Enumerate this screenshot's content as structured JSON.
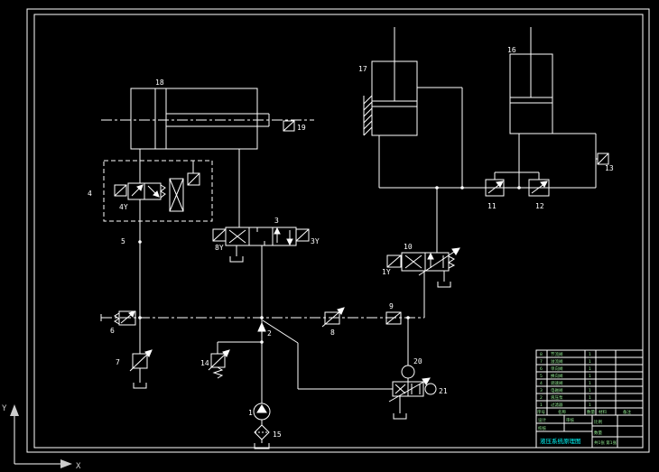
{
  "drawing_title": "液压系统原理图",
  "labels": {
    "n1": "1",
    "n2": "2",
    "n3": "3",
    "n4": "4",
    "n5": "5",
    "n6": "6",
    "n7": "7",
    "n8": "8",
    "n9": "9",
    "n10": "10",
    "n11": "11",
    "n12": "12",
    "n13": "13",
    "n14": "14",
    "n15": "15",
    "n16": "16",
    "n17": "17",
    "n18": "18",
    "n19": "19",
    "n20": "20",
    "n21": "21",
    "s4y": "4Y",
    "s8y": "8Y",
    "s3y": "3Y",
    "s1y": "1Y"
  },
  "ucs": {
    "x_label": "X",
    "y_label": "Y"
  },
  "title_block": {
    "title": "液压系统原理图",
    "header": {
      "no": "序号",
      "name": "名称",
      "qty": "数量",
      "material": "材料",
      "note": "备注"
    },
    "rows": [
      {
        "no": "8",
        "name": "节流阀",
        "qty": "1"
      },
      {
        "no": "7",
        "name": "溢流阀",
        "qty": "1"
      },
      {
        "no": "6",
        "name": "单向阀",
        "qty": "1"
      },
      {
        "no": "5",
        "name": "换向阀",
        "qty": "1"
      },
      {
        "no": "4",
        "name": "调速阀",
        "qty": "1"
      },
      {
        "no": "3",
        "name": "电磁阀",
        "qty": "1"
      },
      {
        "no": "2",
        "name": "液压泵",
        "qty": "1"
      },
      {
        "no": "1",
        "name": "过滤器",
        "qty": "1"
      }
    ],
    "fields": {
      "design": "设计",
      "check": "校核",
      "audit": "审核",
      "scale": "比例",
      "quantity": "数量",
      "sheet": "共1张 第1张"
    }
  },
  "colors": {
    "background": "#000000",
    "line": "#ffffff",
    "title_text": "#00ffff",
    "table_text": "#90e890"
  }
}
